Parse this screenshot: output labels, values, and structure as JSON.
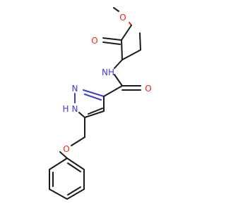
{
  "molecule": {
    "colors": {
      "carbon_bond": "#1a1a1a",
      "oxygen": "#e8231c",
      "nitrogen": "#3b3bdc",
      "background": "#ffffff"
    },
    "labels": {
      "ester_carbonyl_o": "O",
      "ester_ether_o": "O",
      "amide_nh": "NH",
      "amide_carbonyl_o": "O",
      "pyrazole_n": "N",
      "pyrazole_nh_n": "N",
      "pyrazole_nh_h": "H",
      "ether_o": "O"
    }
  }
}
